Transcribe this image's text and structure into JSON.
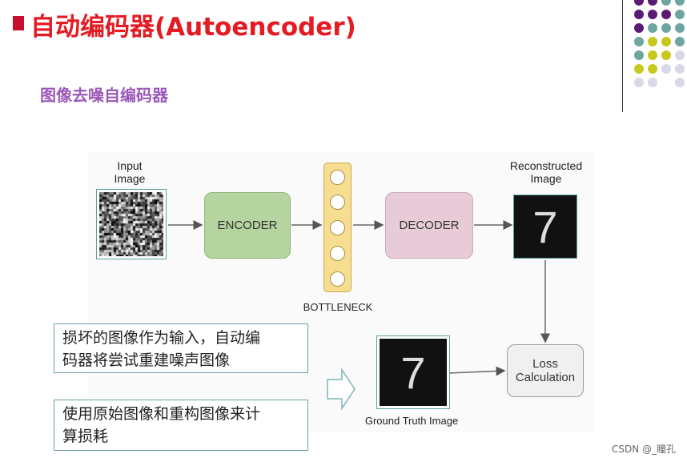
{
  "slide": {
    "title": "自动编码器(Autoencoder)",
    "subtitle": "图像去噪自编码器",
    "accent_color": "#e31b23",
    "subtitle_color": "#9b58b8"
  },
  "decor": {
    "dot_colors": [
      "#5b1a74",
      "#6ea5a1",
      "#c8c81e",
      "#d8d8e6"
    ]
  },
  "diagram": {
    "input_label_line1": "Input",
    "input_label_line2": "Image",
    "encoder_label": "ENCODER",
    "bottleneck_label": "BOTTLENECK",
    "decoder_label": "DECODER",
    "recon_label_line1": "Reconstructed",
    "recon_label_line2": "Image",
    "digit": "7",
    "ground_truth_label": "Ground Truth Image",
    "loss_line1": "Loss",
    "loss_line2": "Calculation",
    "encoder_color": "#b5d49f",
    "decoder_color": "#e7ccd8",
    "bottleneck_color": "#f7dd90"
  },
  "notes": {
    "note1_line1": "损坏的图像作为输入，自动编",
    "note1_line2": "码器将尝试重建噪声图像",
    "note2_line1": "使用原始图像和重构图像来计",
    "note2_line2": "算损耗"
  },
  "watermark": "CSDN @_瞳孔"
}
